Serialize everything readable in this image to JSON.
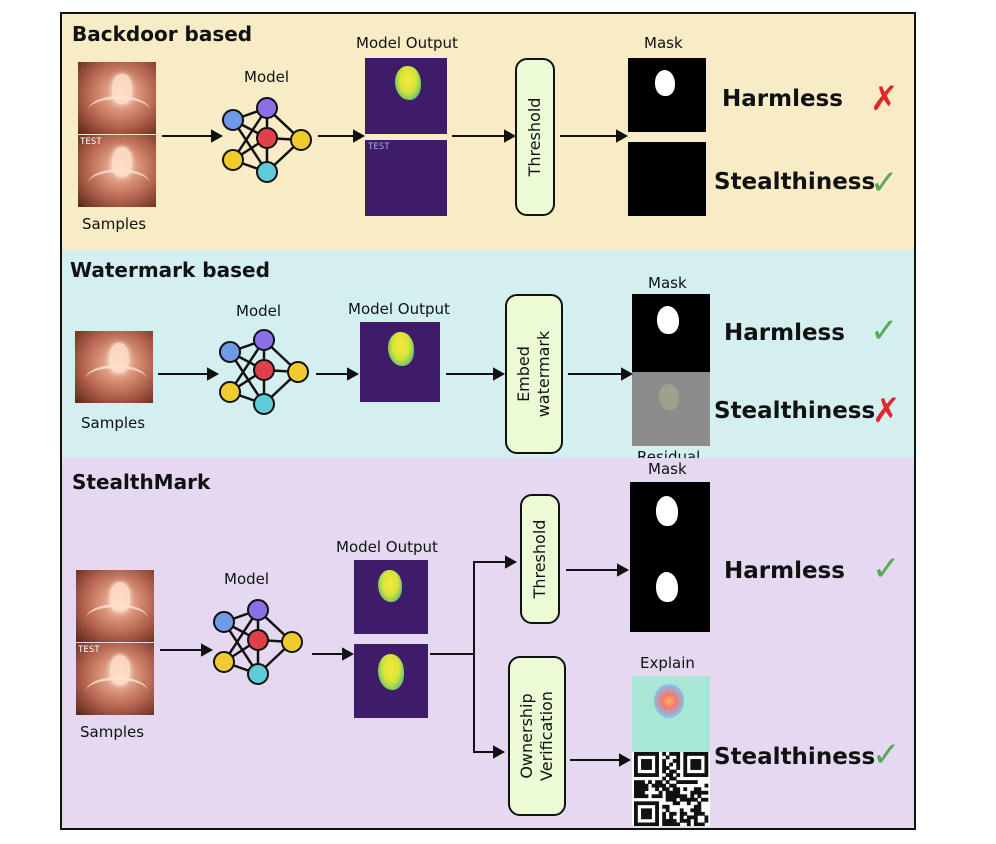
{
  "panels": {
    "backdoor": {
      "title": "Backdoor based",
      "samples_label": "Samples",
      "trigger_text": "TEST",
      "model_label": "Model",
      "output_label": "Model Output",
      "step_label": "Threshold",
      "mask_label": "Mask",
      "harmless": "Harmless",
      "stealthiness": "Stealthiness",
      "harmless_mark": "✗",
      "stealthiness_mark": "✓"
    },
    "watermark": {
      "title": "Watermark based",
      "samples_label": "Samples",
      "model_label": "Model",
      "output_label": "Model Output",
      "step_label": "Embed\nwatermark",
      "mask_label": "Mask",
      "residual_label": "Residual",
      "harmless": "Harmless",
      "stealthiness": "Stealthiness",
      "harmless_mark": "✓",
      "stealthiness_mark": "✗"
    },
    "stealthmark": {
      "title": "StealthMark",
      "samples_label": "Samples",
      "trigger_text": "TEST",
      "model_label": "Model",
      "output_label": "Model Output",
      "step_threshold": "Threshold",
      "step_verify": "Ownership\nVerification",
      "mask_label": "Mask",
      "explain_label": "Explain",
      "harmless": "Harmless",
      "stealthiness": "Stealthiness",
      "harmless_mark": "✓",
      "stealthiness_mark": "✓"
    }
  },
  "colors": {
    "backdoor_bg": "#f8ecc6",
    "watermark_bg": "#d4eff0",
    "stealthmark_bg": "#e4d9f1",
    "node_blue": "#6f9be6",
    "node_purple": "#8c6fe6",
    "node_red": "#e0404a",
    "node_yellow": "#f0cb2e",
    "node_cyan": "#5fcad8",
    "cross": "#e0282c",
    "check": "#5aa858"
  }
}
